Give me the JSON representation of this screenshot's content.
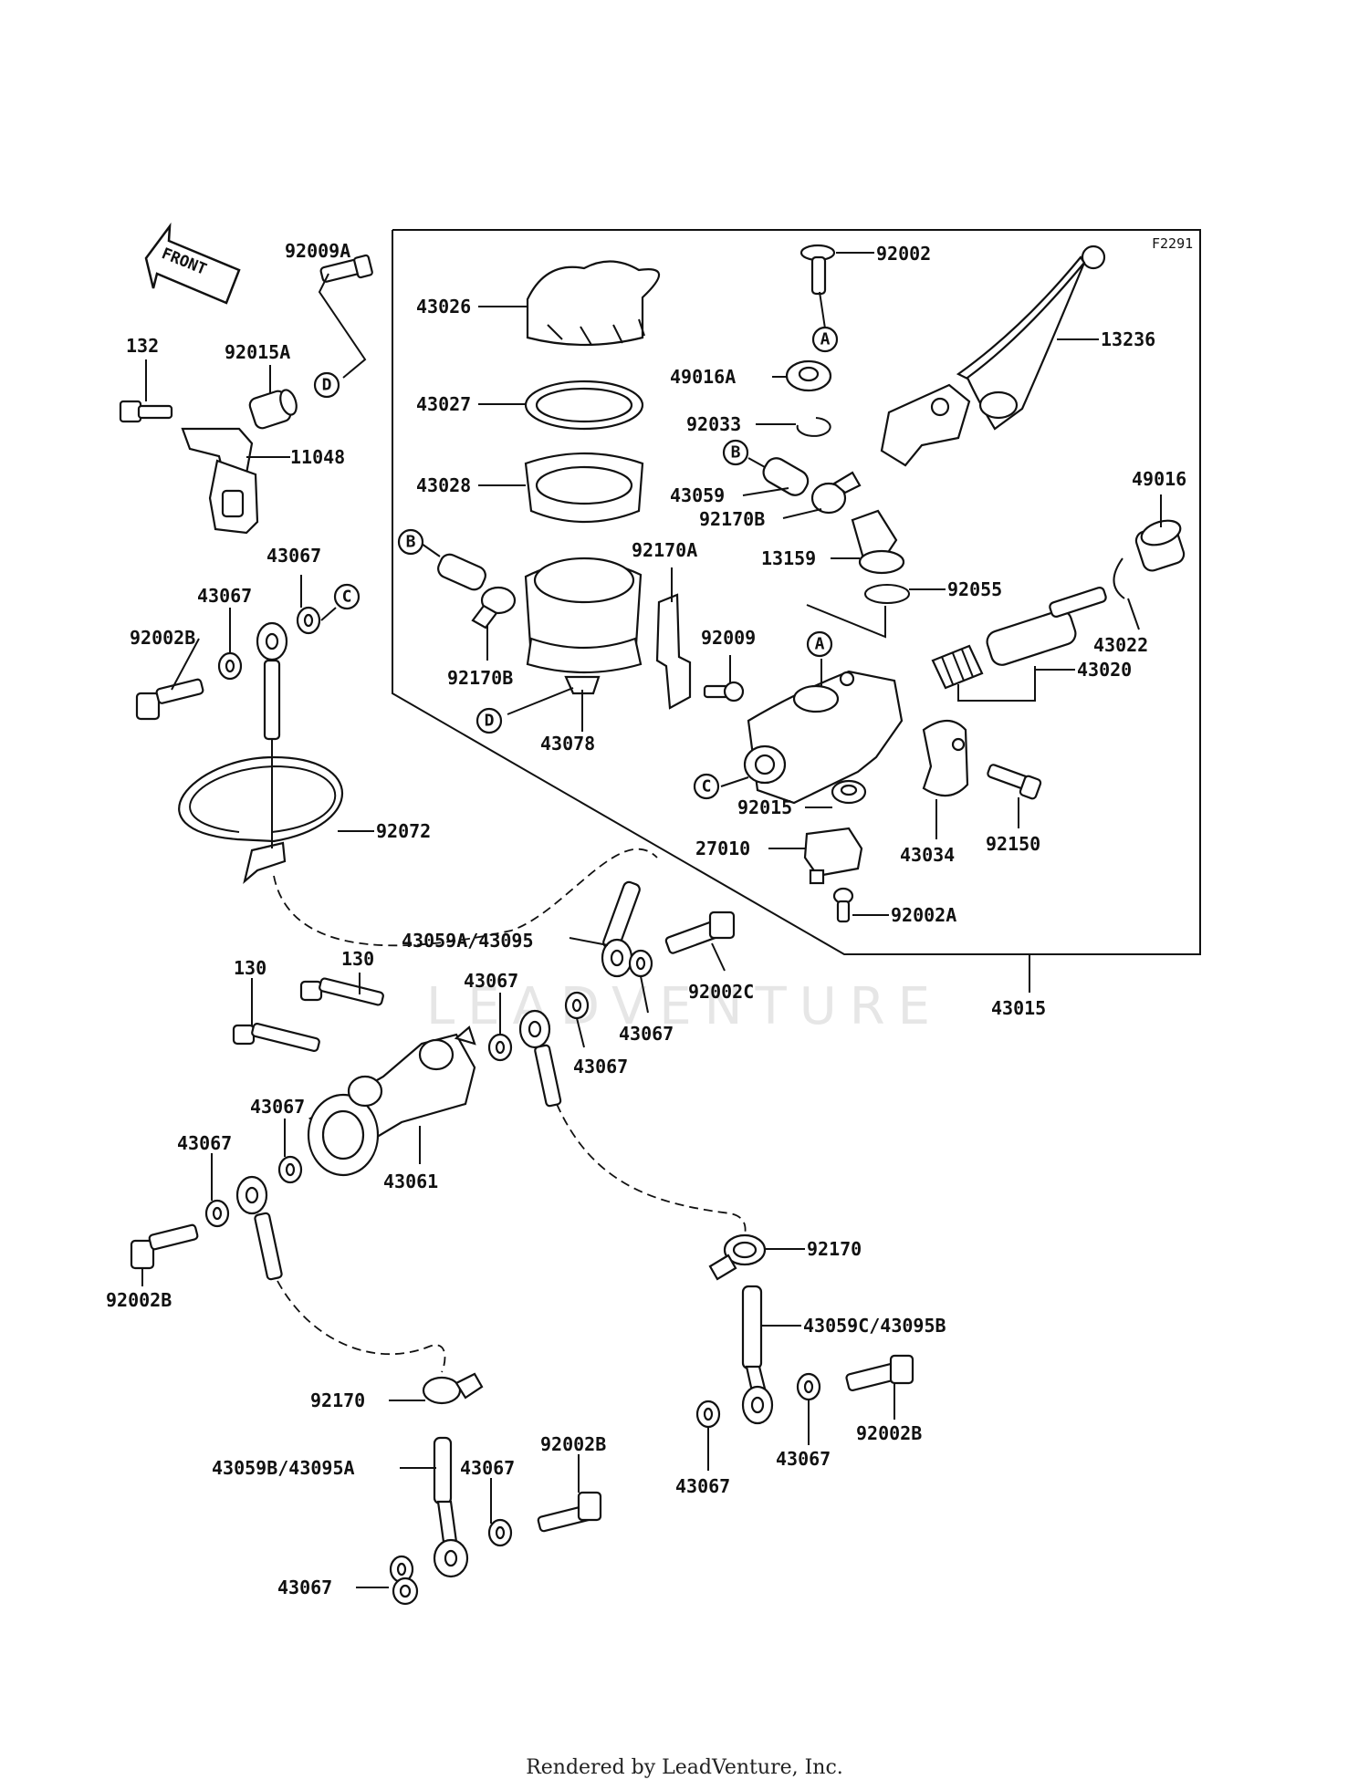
{
  "figure_code": "F2291",
  "front_label": "FRONT",
  "watermark": "LEADVENTURE",
  "footer": "Rendered by LeadVenture, Inc.",
  "ref_letters": [
    "A",
    "B",
    "C",
    "D"
  ],
  "parts": [
    "92009A",
    "132",
    "92015A",
    "11048",
    "43067",
    "92002B",
    "92072",
    "43026",
    "43027",
    "43028",
    "92170A",
    "92170B",
    "43078",
    "92009",
    "92002",
    "49016A",
    "92033",
    "43059",
    "13159",
    "92055",
    "13236",
    "49016",
    "43022",
    "43020",
    "92015",
    "27010",
    "43034",
    "92150",
    "92002A",
    "43015",
    "43059A/43095",
    "92002C",
    "130",
    "43061",
    "92170",
    "43059C/43095B",
    "43059B/43095A"
  ]
}
